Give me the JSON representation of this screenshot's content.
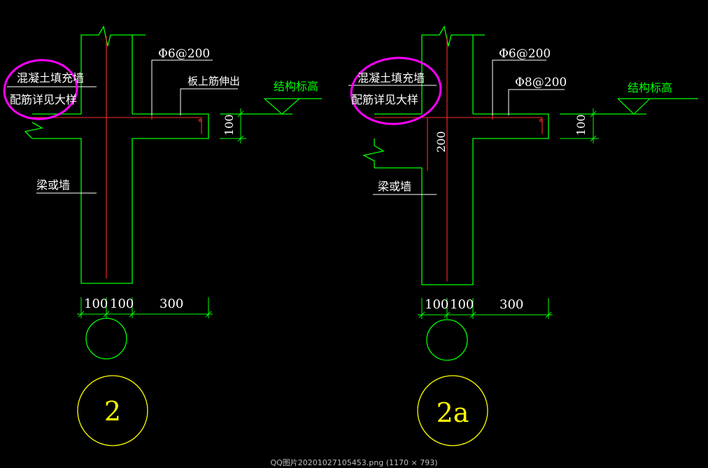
{
  "colors": {
    "background": "#000000",
    "outline": "#00ff00",
    "rebar": "#ff2a2a",
    "leader": "#ffffff",
    "annotation_text": "#ffffff",
    "elevation_text": "#00ff00",
    "dimension": "#00ff00",
    "circle_green": "#00ff00",
    "circle_yellow": "#ffff00",
    "markup": "#ff00ff"
  },
  "details": [
    {
      "callout_label": "2",
      "fill_wall_note_line1": "混凝土填充墙",
      "fill_wall_note_line2": "配筋详见大样",
      "rebar_top": "Φ6@200",
      "slab_rebar_note": "板上筋伸出",
      "elevation_label": "结构标高",
      "slab_thickness": "100",
      "beam_wall_label": "梁或墙",
      "dims": [
        "100",
        "100",
        "300"
      ]
    },
    {
      "callout_label": "2a",
      "fill_wall_note_line1": "混凝土填充墙",
      "fill_wall_note_line2": "配筋详见大样",
      "rebar_top": "Φ6@200",
      "rebar_second": "Φ8@200",
      "elevation_label": "结构标高",
      "slab_thickness": "100",
      "drop_depth": "200",
      "beam_wall_label": "梁或墙",
      "dims": [
        "100",
        "100",
        "300"
      ]
    }
  ],
  "footer_caption": "QQ图片20201027105453.png (1170 × 793)"
}
